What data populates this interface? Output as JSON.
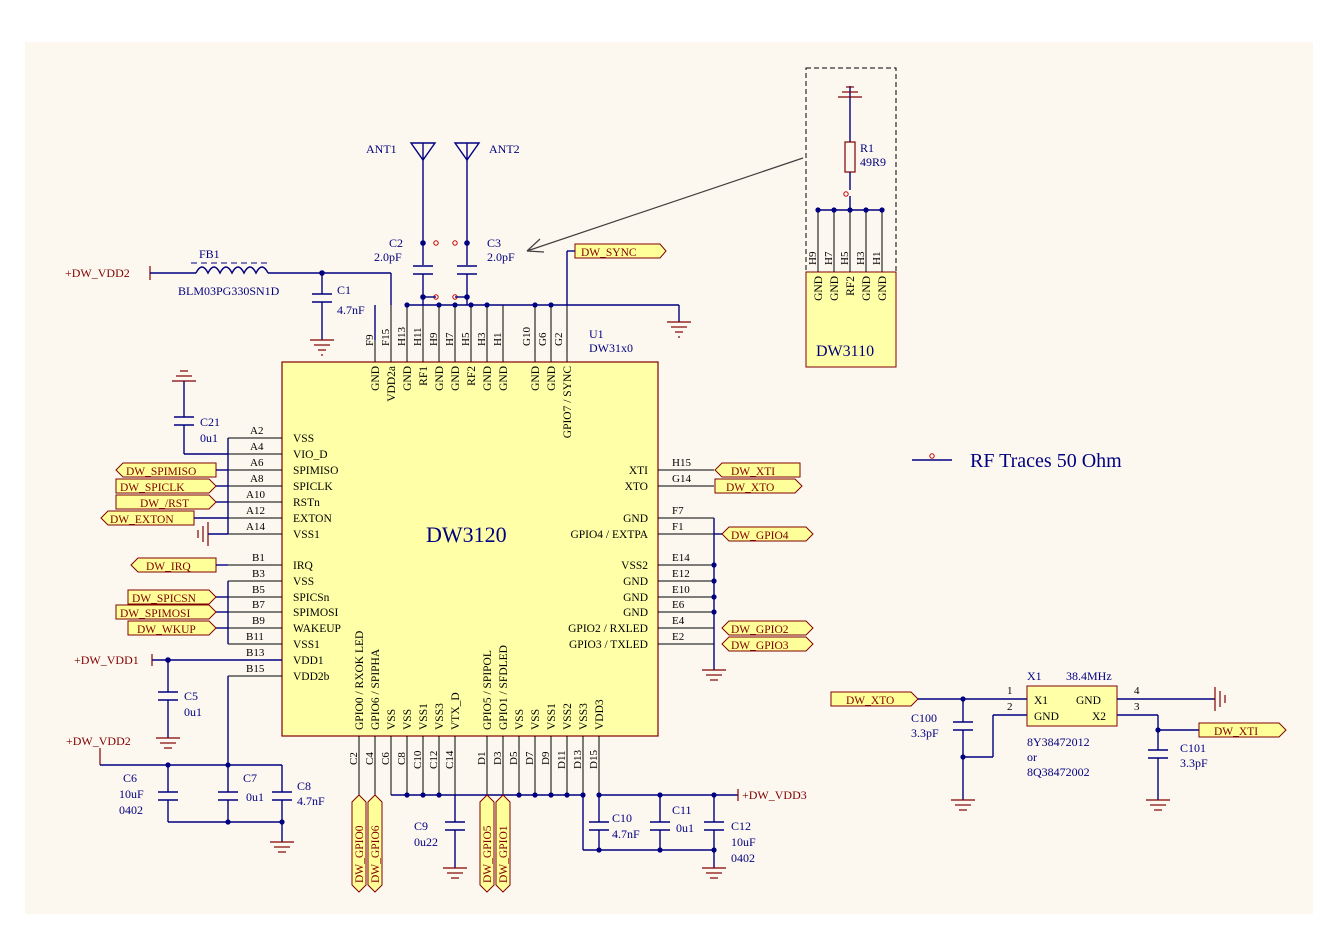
{
  "chip": {
    "name": "DW3120",
    "ref": "U1",
    "part": "DW31x0"
  },
  "module": {
    "name": "DW3110",
    "resistor_ref": "R1",
    "resistor_val": "49R9",
    "pins": [
      {
        "num": "H9",
        "name": "GND"
      },
      {
        "num": "H7",
        "name": "GND"
      },
      {
        "num": "H5",
        "name": "RF2"
      },
      {
        "num": "H3",
        "name": "GND"
      },
      {
        "num": "H1",
        "name": "GND"
      }
    ]
  },
  "top_pins": [
    {
      "num": "F9",
      "name": "GND"
    },
    {
      "num": "F15",
      "name": "VDD2a"
    },
    {
      "num": "H13",
      "name": "GND"
    },
    {
      "num": "H11",
      "name": "RF1"
    },
    {
      "num": "H9",
      "name": "GND"
    },
    {
      "num": "H7",
      "name": "GND"
    },
    {
      "num": "H5",
      "name": "RF2"
    },
    {
      "num": "H3",
      "name": "GND"
    },
    {
      "num": "H1",
      "name": "GND"
    },
    {
      "num": "G10",
      "name": "GND"
    },
    {
      "num": "G6",
      "name": "GND"
    },
    {
      "num": "G2",
      "name": "GPIO7 / SYNC"
    }
  ],
  "left_pins": [
    {
      "num": "A2",
      "name": "VSS"
    },
    {
      "num": "A4",
      "name": "VIO_D"
    },
    {
      "num": "A6",
      "name": "SPIMISO"
    },
    {
      "num": "A8",
      "name": "SPICLK"
    },
    {
      "num": "A10",
      "name": "RSTn"
    },
    {
      "num": "A12",
      "name": "EXTON"
    },
    {
      "num": "A14",
      "name": "VSS1"
    },
    {
      "num": "B1",
      "name": "IRQ"
    },
    {
      "num": "B3",
      "name": "VSS"
    },
    {
      "num": "B5",
      "name": "SPICSn"
    },
    {
      "num": "B7",
      "name": "SPIMOSI"
    },
    {
      "num": "B9",
      "name": "WAKEUP"
    },
    {
      "num": "B11",
      "name": "VSS1"
    },
    {
      "num": "B13",
      "name": "VDD1"
    },
    {
      "num": "B15",
      "name": "VDD2b"
    }
  ],
  "right_pins": [
    {
      "num": "H15",
      "name": "XTI"
    },
    {
      "num": "G14",
      "name": "XTO"
    },
    {
      "num": "F7",
      "name": "GND"
    },
    {
      "num": "F1",
      "name": "GPIO4 / EXTPA"
    },
    {
      "num": "E14",
      "name": "VSS2"
    },
    {
      "num": "E12",
      "name": "GND"
    },
    {
      "num": "E10",
      "name": "GND"
    },
    {
      "num": "E6",
      "name": "GND"
    },
    {
      "num": "E4",
      "name": "GPIO2 / RXLED"
    },
    {
      "num": "E2",
      "name": "GPIO3 / TXLED"
    }
  ],
  "bottom_pins": [
    {
      "num": "C2",
      "name": "GPIO0 / RXOK LED"
    },
    {
      "num": "C4",
      "name": "GPIO6 / SPIPHA"
    },
    {
      "num": "C6",
      "name": "VSS"
    },
    {
      "num": "C8",
      "name": "VSS"
    },
    {
      "num": "C10",
      "name": "VSS1"
    },
    {
      "num": "C12",
      "name": "VSS3"
    },
    {
      "num": "C14",
      "name": "VTX_D"
    },
    {
      "num": "D1",
      "name": "GPIO5 / SPIPOL"
    },
    {
      "num": "D3",
      "name": "GPIO1 / SFDLED"
    },
    {
      "num": "D5",
      "name": "VSS"
    },
    {
      "num": "D7",
      "name": "VSS"
    },
    {
      "num": "D9",
      "name": "VSS1"
    },
    {
      "num": "D11",
      "name": "VSS2"
    },
    {
      "num": "D13",
      "name": "VSS3"
    },
    {
      "num": "D15",
      "name": "VDD3"
    }
  ],
  "left_ports": [
    "DW_SPIMISO",
    "DW_SPICLK",
    "DW_/RST",
    "DW_EXTON",
    "DW_IRQ",
    "DW_SPICSN",
    "DW_SPIMOSI",
    "DW_WKUP"
  ],
  "right_ports": [
    "DW_XTI",
    "DW_XTO",
    "DW_GPIO4",
    "DW_GPIO2",
    "DW_GPIO3"
  ],
  "top_port": "DW_SYNC",
  "bottom_ports": [
    "DW_GPIO0",
    "DW_GPIO6",
    "DW_GPIO5",
    "DW_GPIO1"
  ],
  "power": {
    "vdd2_top": "+DW_VDD2",
    "vdd1": "+DW_VDD1",
    "vdd2_left": "+DW_VDD2",
    "vdd3": "+DW_VDD3"
  },
  "antennas": [
    "ANT1",
    "ANT2"
  ],
  "ferrite": {
    "ref": "FB1",
    "part": "BLM03PG330SN1D"
  },
  "caps": [
    {
      "ref": "C1",
      "val": "4.7nF"
    },
    {
      "ref": "C2",
      "val": "2.0pF"
    },
    {
      "ref": "C3",
      "val": "2.0pF"
    },
    {
      "ref": "C21",
      "val": "0u1"
    },
    {
      "ref": "C5",
      "val": "0u1"
    },
    {
      "ref": "C6",
      "val": "10uF",
      "pkg": "0402"
    },
    {
      "ref": "C7",
      "val": "0u1"
    },
    {
      "ref": "C8",
      "val": "4.7nF"
    },
    {
      "ref": "C9",
      "val": "0u22"
    },
    {
      "ref": "C10",
      "val": "4.7nF"
    },
    {
      "ref": "C11",
      "val": "0u1"
    },
    {
      "ref": "C12",
      "val": "10uF",
      "pkg": "0402"
    },
    {
      "ref": "C100",
      "val": "3.3pF"
    },
    {
      "ref": "C101",
      "val": "3.3pF"
    }
  ],
  "crystal": {
    "ref": "X1",
    "freq": "38.4MHz",
    "pins": [
      "X1",
      "GND",
      "GND",
      "X2"
    ],
    "pin_numbers": [
      "1",
      "2",
      "3",
      "4"
    ],
    "part1": "8Y38472012",
    "or": "or",
    "part2": "8Q38472002",
    "in_port": "DW_XTO",
    "out_port": "DW_XTI"
  },
  "legend": "RF Traces 50 Ohm"
}
